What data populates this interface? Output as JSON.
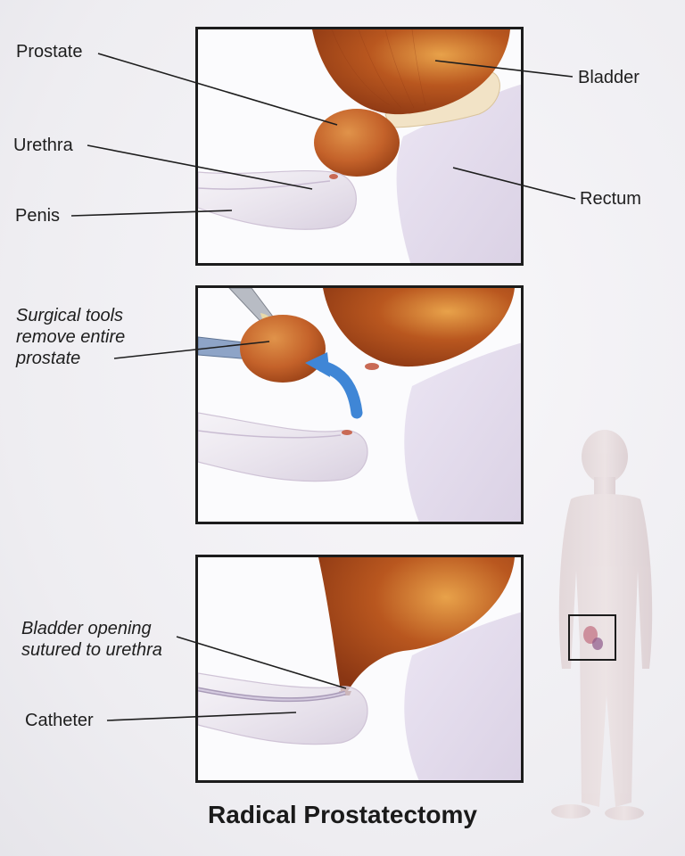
{
  "title": "Radical Prostatectomy",
  "panel1": {
    "labels": {
      "prostate": "Prostate",
      "urethra": "Urethra",
      "penis": "Penis",
      "bladder": "Bladder",
      "rectum": "Rectum"
    }
  },
  "panel2": {
    "label_lines": [
      "Surgical tools",
      "remove entire",
      "prostate"
    ]
  },
  "panel3": {
    "label_lines": [
      "Bladder opening",
      "sutured to urethra"
    ],
    "catheter": "Catheter"
  },
  "colors": {
    "bladder": "#b5561f",
    "prostate": "#c8692a",
    "penis": "#e3dbe6",
    "rectum": "#d9cfe0",
    "arrow": "#3f86d6",
    "frame": "#1c1c1c",
    "body_figure": "#e9dfe0"
  }
}
